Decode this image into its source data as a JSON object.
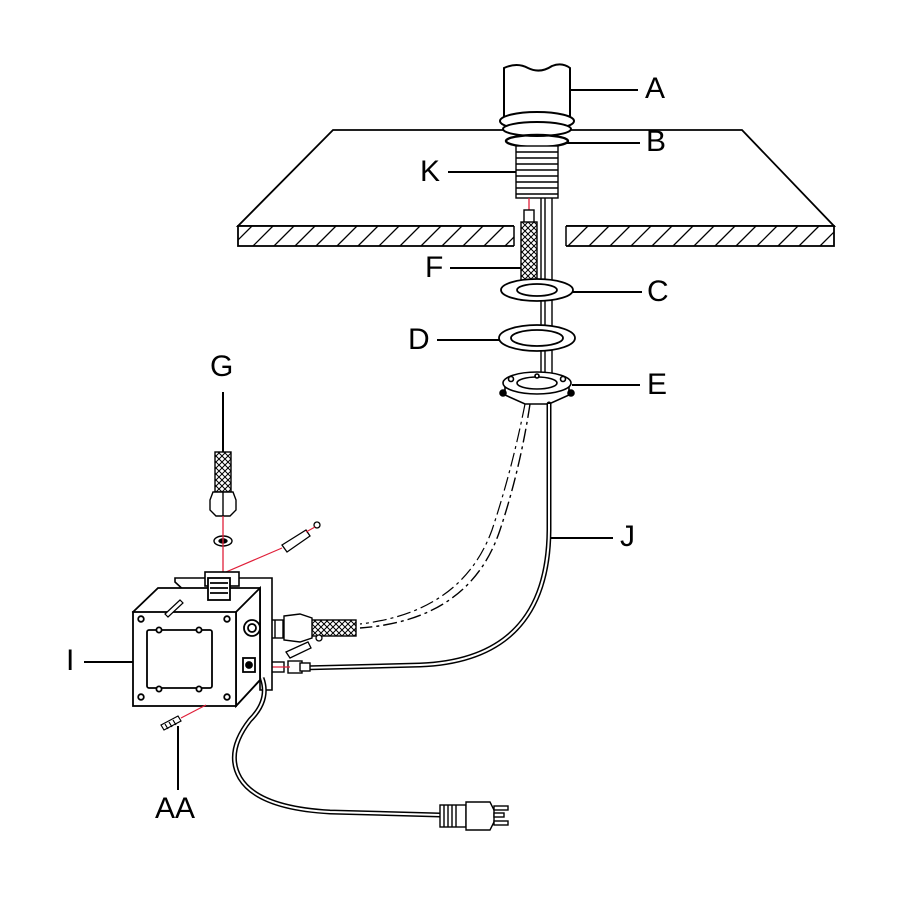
{
  "labels": {
    "A": "A",
    "B": "B",
    "K": "K",
    "F": "F",
    "C": "C",
    "D": "D",
    "E": "E",
    "G": "G",
    "J": "J",
    "I": "I",
    "AA": "AA"
  },
  "colors": {
    "line": "#000000",
    "guide": "#e0203a",
    "hatch": "#000000",
    "fill": "#ffffff",
    "shade": "#d8d8d8"
  }
}
